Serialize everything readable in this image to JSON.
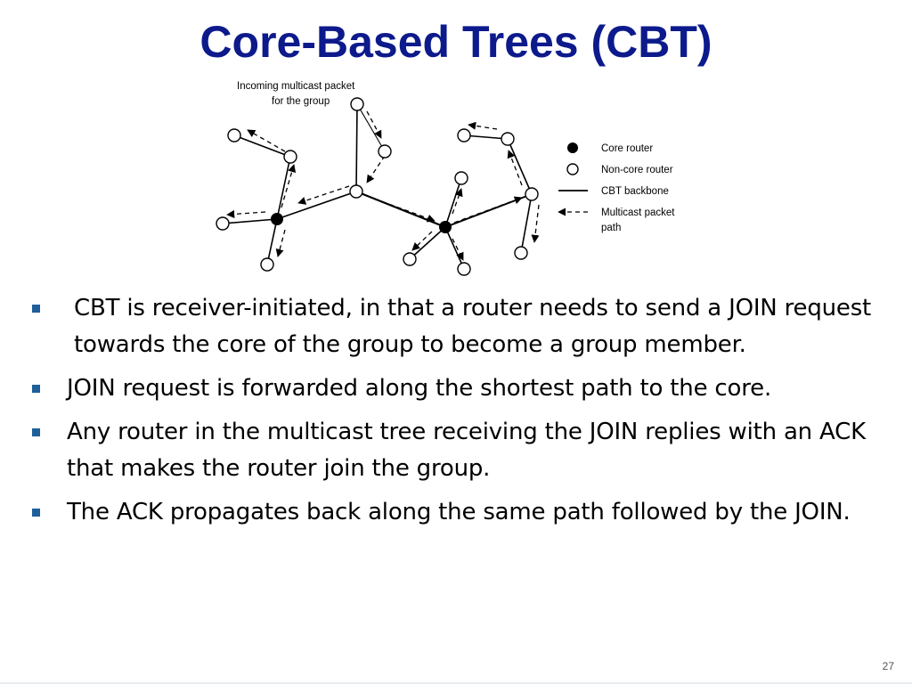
{
  "slide": {
    "title": "Core-Based Trees (CBT)",
    "slide_number": "27"
  },
  "diagram": {
    "annotation_line1": "Incoming multicast packet",
    "annotation_line2": "for the group",
    "legend": {
      "core_router": "Core router",
      "non_core_router": "Non-core router",
      "backbone": "CBT backbone",
      "multicast_path_line1": "Multicast packet",
      "multicast_path_line2": "path"
    }
  },
  "bullets": [
    "CBT is receiver-initiated, in that a router needs to send a JOIN request towards the core of the group to become a group member.",
    "JOIN request is forwarded along the shortest path to the core.",
    "Any router in the multicast tree receiving the JOIN replies with an ACK that makes the router join the group.",
    "The ACK propagates back along the same path followed by the JOIN."
  ],
  "colors": {
    "title": "#0d1a8c",
    "bullet_marker": "#1f5f9a"
  }
}
